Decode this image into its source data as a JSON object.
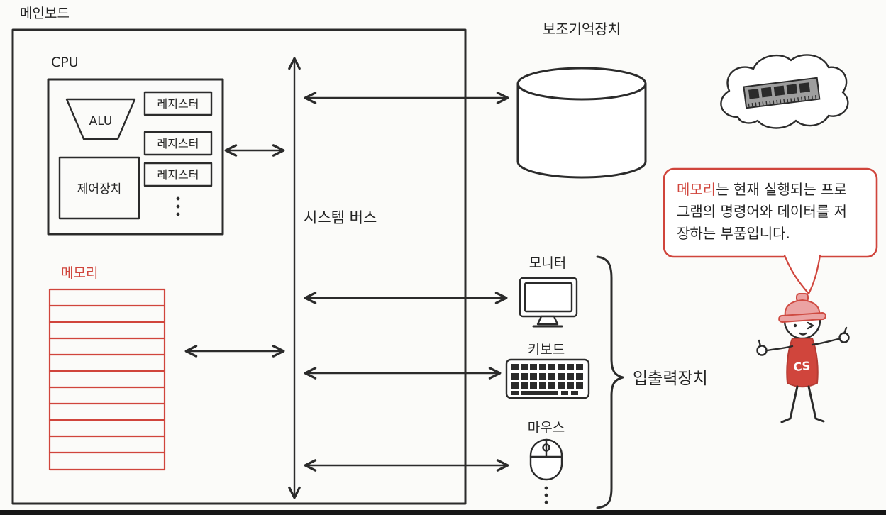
{
  "colors": {
    "ink": "#2b2b2b",
    "accent_red": "#d0453c",
    "background": "#fbfbf9",
    "hat_pink": "#eba3a3",
    "ram_gray": "#9e9e9e"
  },
  "labels": {
    "mainboard": "메인보드",
    "cpu": "CPU",
    "alu": "ALU",
    "control_unit": "제어장치",
    "registers": [
      "레지스터",
      "레지스터",
      "레지스터"
    ],
    "memory": "메모리",
    "system_bus": "시스템 버스",
    "auxiliary_storage": "보조기억장치",
    "monitor": "모니터",
    "keyboard": "키보드",
    "mouse": "마우스",
    "io_devices": "입출력장치"
  },
  "speech_bubble": {
    "term": "메모리",
    "line1_rest": "는 현재 실행되는 프로",
    "line2": "그램의 명령어와 데이터를 저",
    "line3": "장하는 부품입니다."
  },
  "character": {
    "shirt_label": "CS"
  }
}
